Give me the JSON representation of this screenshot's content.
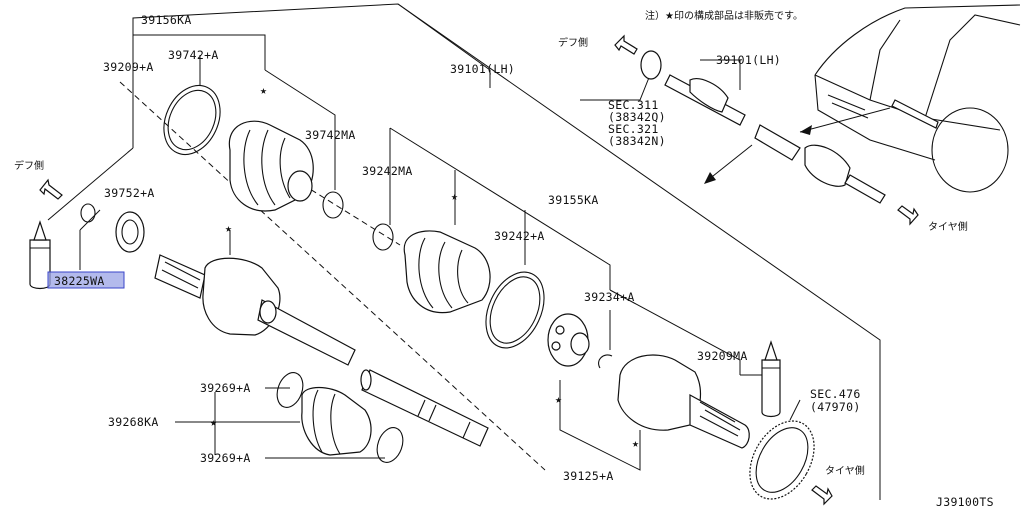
{
  "diagram": {
    "note": "注）★印の構成部品は非販売です。",
    "diagram_code": "J39100TS",
    "directions": {
      "diff_left": "デフ側",
      "diff_top": "デフ側",
      "tire_top": "タイヤ側",
      "tire_bottom": "タイヤ側"
    },
    "labels": {
      "p39156KA": "39156KA",
      "p39742A": "39742+A",
      "p39209A_top": "39209+A",
      "p39101LH_main": "39101(LH)",
      "p39742MA": "39742MA",
      "p39242MA": "39242MA",
      "p39752A": "39752+A",
      "p38225WA": "38225WA",
      "p39155KA": "39155KA",
      "p39242A": "39242+A",
      "p39234A": "39234+A",
      "p39209MA": "39209MA",
      "sec476": "SEC.476",
      "sec476_sub": "(47970)",
      "p39269A_top": "39269+A",
      "p39268KA": "39268KA",
      "p39269A_bot": "39269+A",
      "p39125A": "39125+A",
      "p39101LH_inset": "39101(LH)",
      "sec311": "SEC.311",
      "sec311_sub": "(38342Q)",
      "sec321": "SEC.321",
      "sec321_sub": "(38342N)"
    },
    "star": "★",
    "highlight_color": "#9aa3e6"
  }
}
